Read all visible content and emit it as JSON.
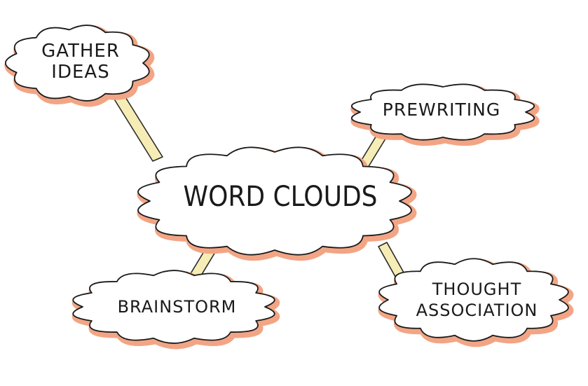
{
  "colors": {
    "cloud_outline": "#1a1a1a",
    "cloud_shadow": "#f2a585",
    "connector_fill": "#f5edb5",
    "connector_outline": "#2a2a2a",
    "text": "#1a1a1a",
    "background": "#ffffff"
  },
  "diagram": {
    "center": {
      "label": "WORD CLOUDS"
    },
    "nodes": [
      {
        "id": "gather-ideas",
        "lines": [
          "GATHER",
          "IDEAS"
        ]
      },
      {
        "id": "prewriting",
        "lines": [
          "PREWRITING"
        ]
      },
      {
        "id": "brainstorm",
        "lines": [
          "BRAINSTORM"
        ]
      },
      {
        "id": "thought-association",
        "lines": [
          "THOUGHT",
          "ASSOCIATION"
        ]
      }
    ]
  }
}
